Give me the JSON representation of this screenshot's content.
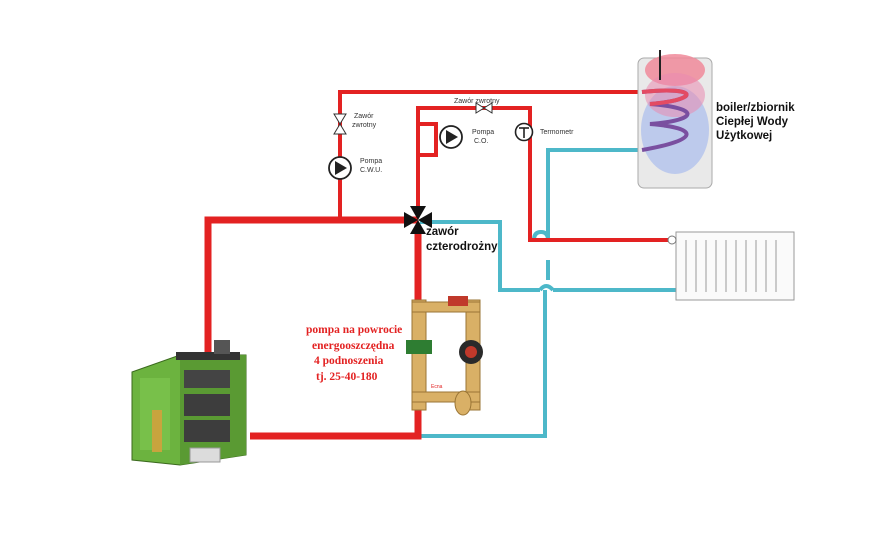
{
  "labels": {
    "valve_cwu": [
      "Zawór",
      "zwrotny"
    ],
    "valve_top": "Zawór zwrotny",
    "pump_cwu": [
      "Pompa",
      "C.W.U."
    ],
    "pump_co": [
      "Pompa",
      "C.O."
    ],
    "thermometer": "Termometr",
    "boiler": [
      "boiler/zbiornik",
      "Ciepłej Wody",
      "Użytkowej"
    ],
    "four_way_valve": [
      "zawór",
      "czterodrożny"
    ],
    "return_pump": [
      "pompa na powrocie",
      "energooszczędna",
      "4 podnoszenia",
      "tj. 25-40-180"
    ],
    "fitting_mark": "Ecna"
  },
  "colors": {
    "hot_pipe": "#e32222",
    "cold_pipe": "#4db8c9",
    "furnace": "#6cb33f",
    "brass": "#d9b066"
  },
  "icons": [
    "furnace-icon",
    "pump-icon",
    "check-valve-icon",
    "thermometer-icon",
    "boiler-tank-icon",
    "radiator-icon",
    "four-way-valve-icon"
  ]
}
